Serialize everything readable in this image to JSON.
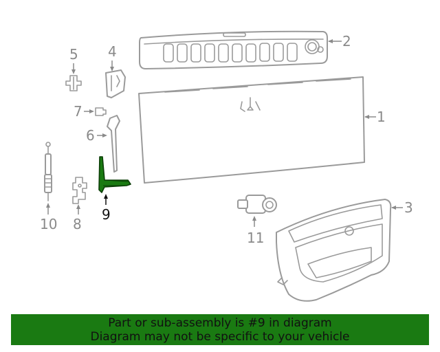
{
  "callouts": {
    "c1": "1",
    "c2": "2",
    "c3": "3",
    "c4": "4",
    "c5": "5",
    "c6": "6",
    "c7": "7",
    "c8": "8",
    "c9": "9",
    "c10": "10",
    "c11": "11"
  },
  "highlighted_part": "9",
  "colors": {
    "highlight": "#1a7a12",
    "banner": "#1a7a12",
    "line": "#9a9a9a"
  },
  "banner": {
    "line1": "Part or sub-assembly is #9 in diagram",
    "line2": "Diagram may not be specific to your vehicle"
  }
}
